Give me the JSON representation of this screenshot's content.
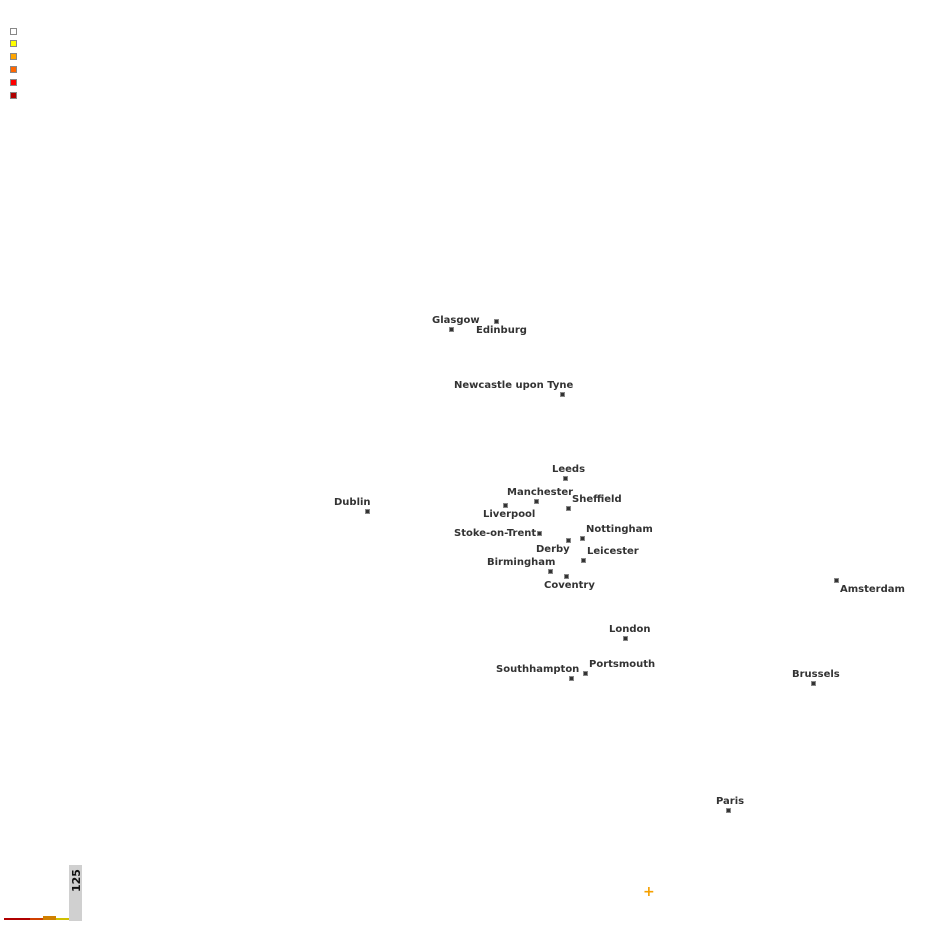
{
  "legend": {
    "colors": [
      "#ffffff",
      "#ffff00",
      "#ffa500",
      "#ff6600",
      "#ff0000",
      "#b00000"
    ]
  },
  "cities": [
    {
      "name": "Glasgow"
    },
    {
      "name": "Edinburg"
    },
    {
      "name": "Newcastle upon Tyne"
    },
    {
      "name": "Leeds"
    },
    {
      "name": "Manchester"
    },
    {
      "name": "Sheffield"
    },
    {
      "name": "Liverpool"
    },
    {
      "name": "Dublin"
    },
    {
      "name": "Stoke-on-Trent"
    },
    {
      "name": "Nottingham"
    },
    {
      "name": "Derby"
    },
    {
      "name": "Leicester"
    },
    {
      "name": "Birmingham"
    },
    {
      "name": "Coventry"
    },
    {
      "name": "Amsterdam"
    },
    {
      "name": "London"
    },
    {
      "name": "Portsmouth"
    },
    {
      "name": "Southhampton"
    },
    {
      "name": "Brussels"
    },
    {
      "name": "Paris"
    }
  ],
  "scale": {
    "value": "125"
  },
  "cursor_marker": {
    "symbol": "+",
    "color": "#f5a000"
  }
}
